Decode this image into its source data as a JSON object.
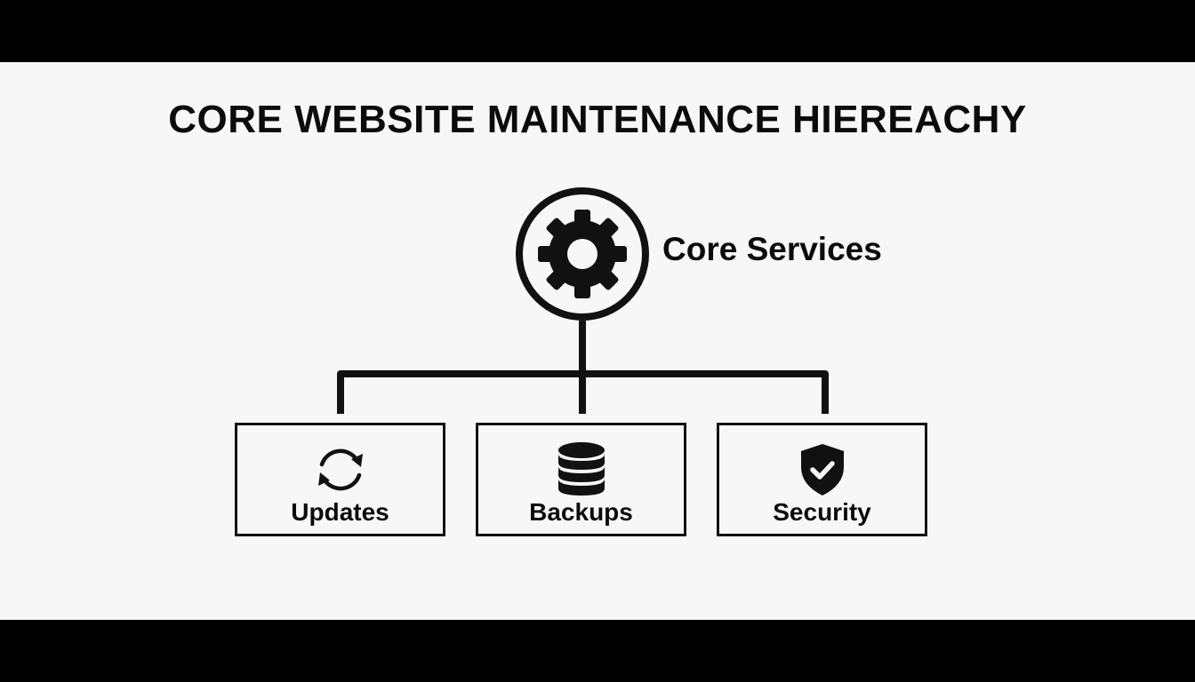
{
  "title": "CORE WEBSITE MAINTENANCE HIEREACHY",
  "root": {
    "label": "Core Services",
    "icon": "gear-icon"
  },
  "children": [
    {
      "label": "Updates",
      "icon": "refresh-icon"
    },
    {
      "label": "Backups",
      "icon": "database-icon"
    },
    {
      "label": "Security",
      "icon": "shield-check-icon"
    }
  ],
  "colors": {
    "ink": "#111111",
    "background": "#f7f7f7",
    "letterbox": "#000000"
  }
}
